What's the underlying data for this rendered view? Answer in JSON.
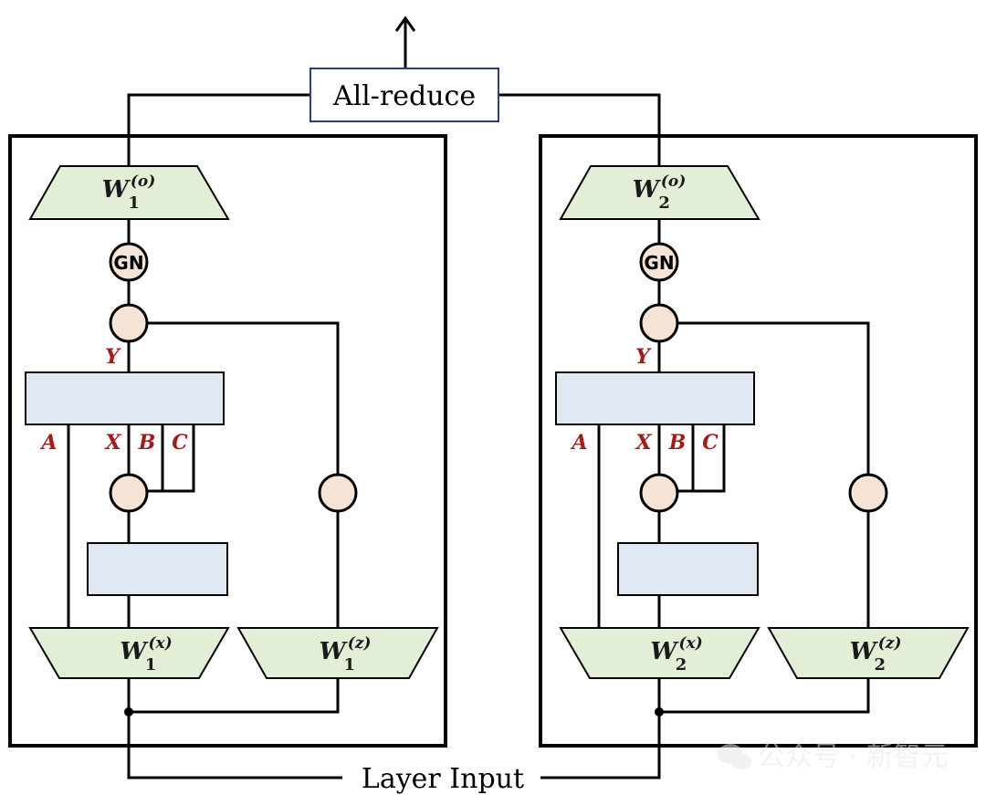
{
  "diagram": {
    "title_box": {
      "label": "All-reduce"
    },
    "input_label": "Layer Input",
    "colors": {
      "weight_fill": "#e3eed6",
      "ssm_fill": "#dfe8f3",
      "node_fill": "#f5e4d6",
      "label_red": "#a31c1c",
      "allreduce_border": "#2b3f7a",
      "line": "#000000"
    },
    "panels": [
      {
        "id": "gpu-1",
        "out_proj": {
          "base": "W",
          "sub": "1",
          "sup": "(o)"
        },
        "norm": {
          "label": "GN"
        },
        "x_proj": {
          "base": "W",
          "sub": "1",
          "sup": "(x)"
        },
        "z_proj": {
          "base": "W",
          "sub": "1",
          "sup": "(z)"
        },
        "signals": {
          "y": "Y",
          "a": "A",
          "x": "X",
          "b": "B",
          "c": "C"
        }
      },
      {
        "id": "gpu-2",
        "out_proj": {
          "base": "W",
          "sub": "2",
          "sup": "(o)"
        },
        "norm": {
          "label": "GN"
        },
        "x_proj": {
          "base": "W",
          "sub": "2",
          "sup": "(x)"
        },
        "z_proj": {
          "base": "W",
          "sub": "2",
          "sup": "(z)"
        },
        "signals": {
          "y": "Y",
          "a": "A",
          "x": "X",
          "b": "B",
          "c": "C"
        }
      }
    ],
    "watermark": "公众号 · 新智元"
  }
}
